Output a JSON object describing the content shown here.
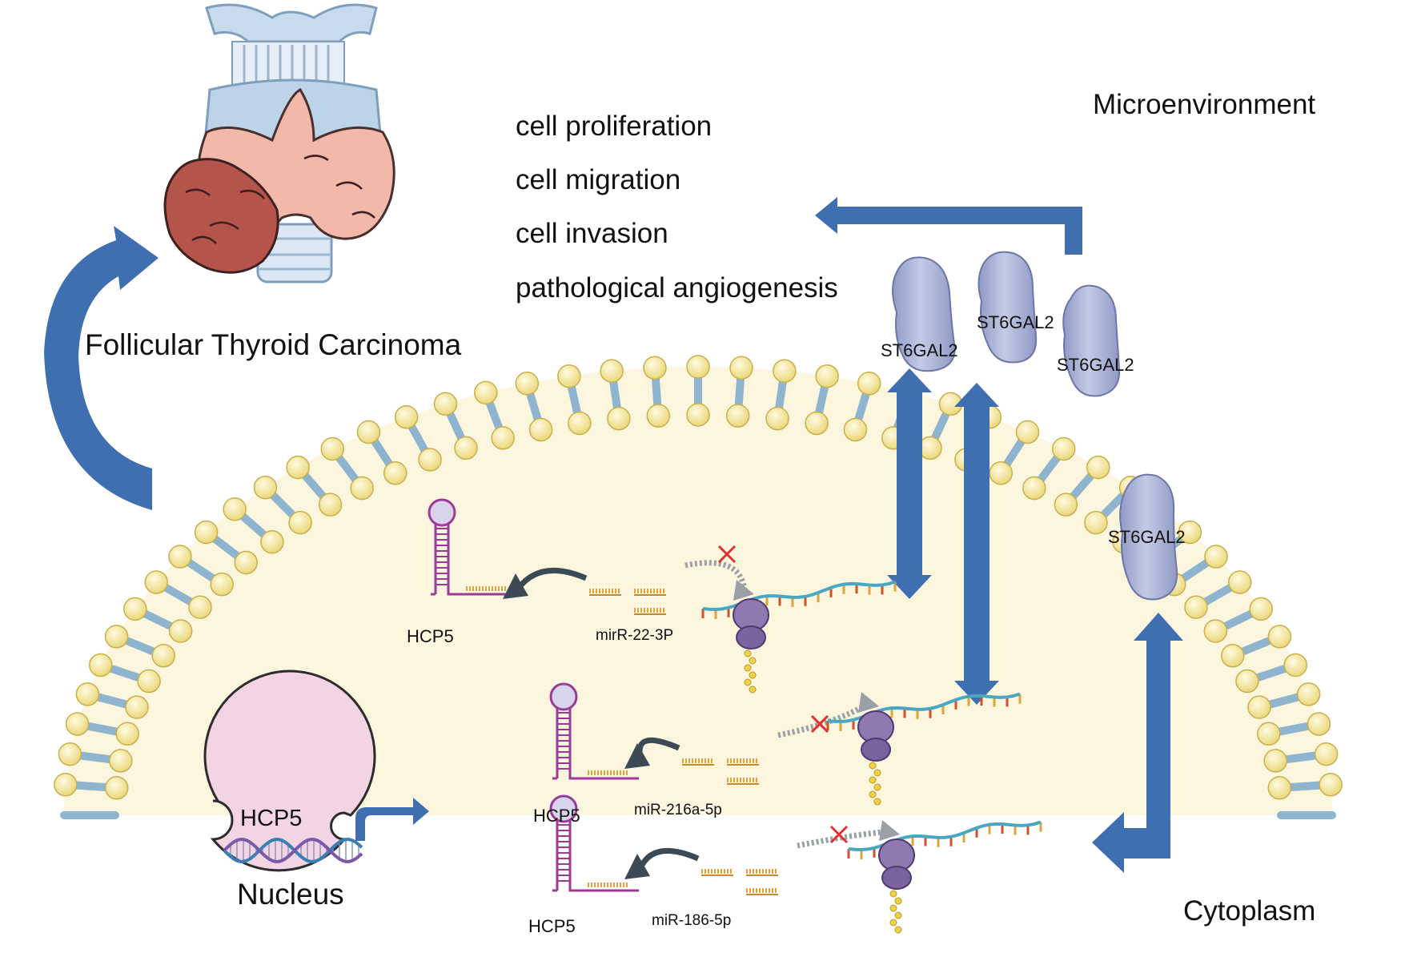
{
  "title": "Follicular Thyroid Carcinoma",
  "outcomes": [
    "cell proliferation",
    "cell migration",
    "cell invasion",
    "pathological angiogenesis"
  ],
  "regions": {
    "outside": "Microenvironment",
    "inside": "Cytoplasm"
  },
  "protein": "ST6GAL2",
  "nucleus": {
    "label": "Nucleus",
    "gene": "HCP5"
  },
  "axes": [
    {
      "lncrna": "HCP5",
      "mirna": "mirR-22-3P"
    },
    {
      "lncrna": "HCP5",
      "mirna": "miR-216a-5p"
    },
    {
      "lncrna": "HCP5",
      "mirna": "miR-186-5p"
    }
  ],
  "colors": {
    "arrow": "#3f6fb0",
    "lipid_head": "#f3e79a",
    "lipid_tail": "#8fb4d0",
    "cytoplasm": "#fdf6df",
    "protein": "#b3bcdc",
    "nucleus": "#f3d4e2",
    "hairpin": "#9c3a98",
    "mirna": "#e0a23a",
    "tumor": "#b4544a",
    "thyroid": "#f2b9ab",
    "trachea": "#c6d9ec",
    "inhibition": "#e03030"
  }
}
